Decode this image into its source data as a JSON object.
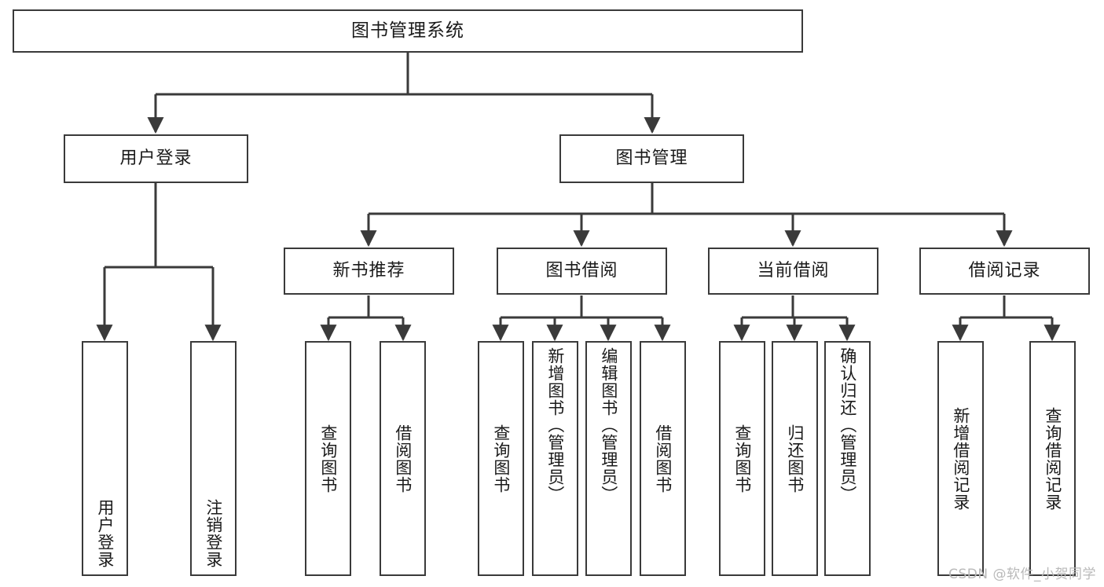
{
  "diagram": {
    "title": "图书管理系统",
    "type": "tree-hierarchy",
    "orientation": "top-down",
    "watermark": "CSDN @软件_小贺同学",
    "colors": {
      "box_border": "#3a3a3a",
      "box_fill": "#ffffff",
      "connector": "#3a3a3a",
      "text": "#1a1a1a",
      "watermark": "#b9b9b9",
      "background": "#ffffff"
    },
    "nodes": {
      "root": {
        "label": "图书管理系统"
      },
      "level2": [
        {
          "label": "用户登录"
        },
        {
          "label": "图书管理"
        }
      ],
      "level3": [
        {
          "label": "新书推荐"
        },
        {
          "label": "图书借阅"
        },
        {
          "label": "当前借阅"
        },
        {
          "label": "借阅记录"
        }
      ],
      "leaves_user_login": [
        {
          "label": "用户登录"
        },
        {
          "label": "注销登录"
        }
      ],
      "leaves_new_book": [
        {
          "label": "查询图书"
        },
        {
          "label": "借阅图书"
        }
      ],
      "leaves_borrow": [
        {
          "label": "查询图书"
        },
        {
          "label": "新增图书（管理员）"
        },
        {
          "label": "编辑图书（管理员）"
        },
        {
          "label": "借阅图书"
        }
      ],
      "leaves_current": [
        {
          "label": "查询图书"
        },
        {
          "label": "归还图书"
        },
        {
          "label": "确认归还（管理员）"
        }
      ],
      "leaves_records": [
        {
          "label": "新增借阅记录"
        },
        {
          "label": "查询借阅记录"
        }
      ]
    }
  }
}
